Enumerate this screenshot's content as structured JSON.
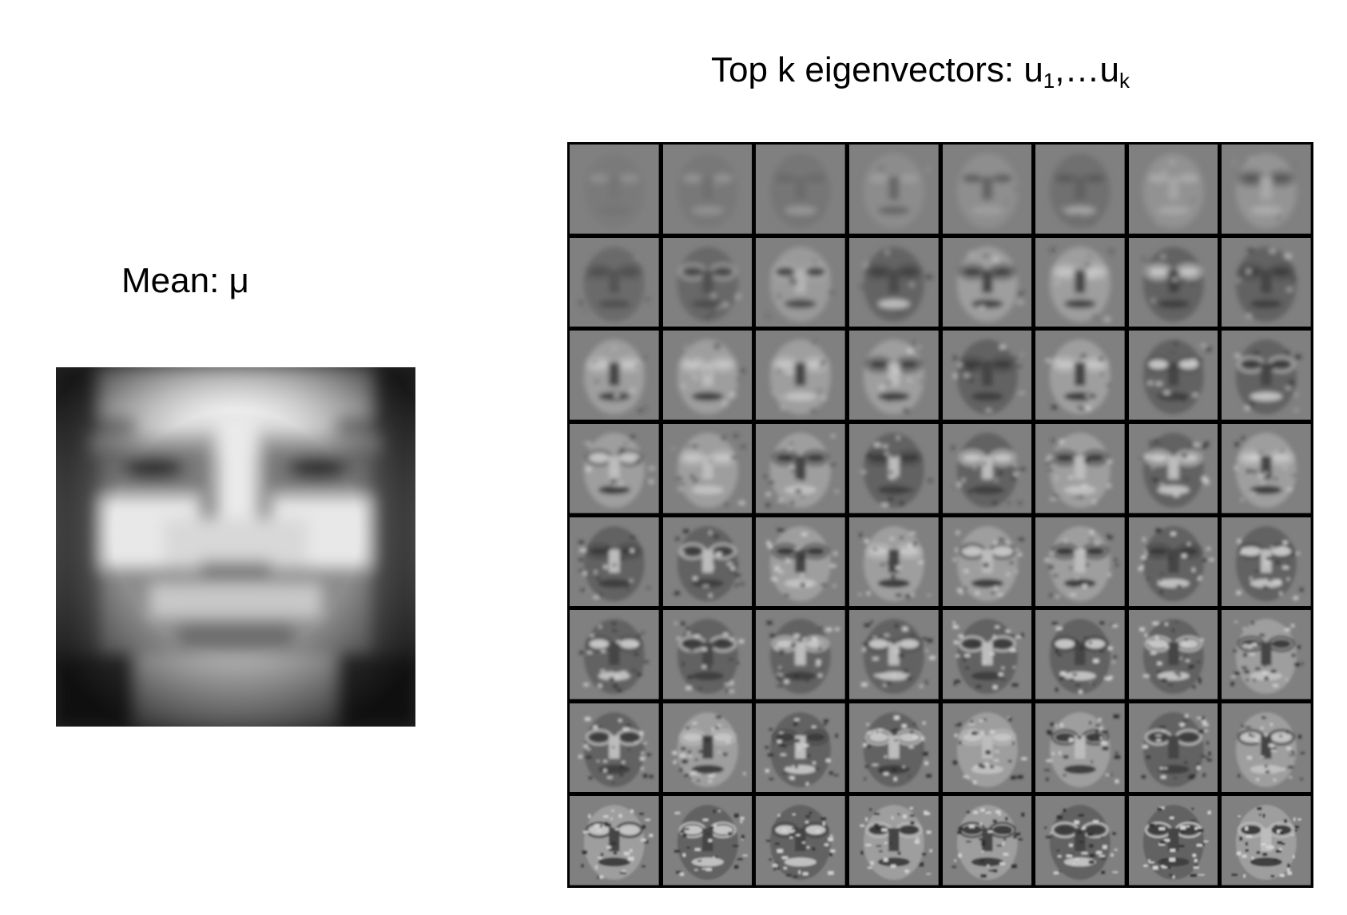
{
  "mean": {
    "label": "Mean: μ"
  },
  "eigenvectors": {
    "label_main": "Top k eigenvectors: u",
    "label_sub_1": "1",
    "label_mid": ",…u",
    "label_sub_k": "k",
    "grid_rows": 8,
    "grid_cols": 8
  },
  "colors": {
    "grid_border": "#000000",
    "background": "#ffffff"
  }
}
